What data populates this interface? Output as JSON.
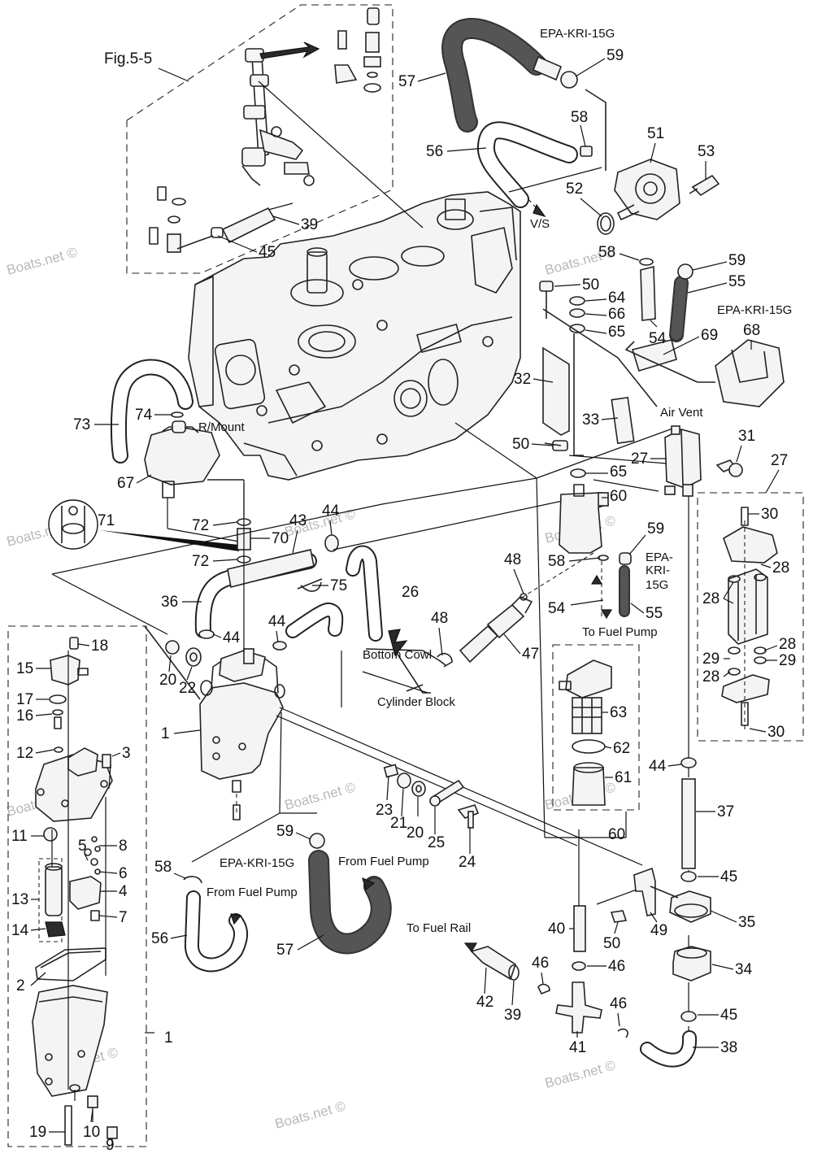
{
  "figure_ref": "Fig.5-5",
  "watermark": "Boats.net ©",
  "texts": {
    "epa_hose": "EPA-KRI-15G",
    "epa_a": "EPA-",
    "epa_b": "KRI-",
    "epa_c": "15G",
    "vs": "V/S",
    "r_mount": "R/Mount",
    "air_vent": "Air Vent",
    "bottom_cowl": "Bottom Cowl",
    "cylinder_block": "Cylinder Block",
    "to_fuel_pump": "To Fuel Pump",
    "from_fuel_pump": "From Fuel Pump",
    "to_fuel_rail": "To Fuel Rail"
  },
  "callouts": {
    "c1": "1",
    "c2": "2",
    "c3": "3",
    "c4": "4",
    "c5": "5",
    "c6": "6",
    "c7": "7",
    "c8": "8",
    "c9": "9",
    "c10": "10",
    "c11": "11",
    "c12": "12",
    "c13": "13",
    "c14": "14",
    "c15": "15",
    "c16": "16",
    "c17": "17",
    "c18": "18",
    "c19": "19",
    "c20": "20",
    "c21": "21",
    "c22": "22",
    "c23": "23",
    "c24": "24",
    "c25": "25",
    "c26": "26",
    "c27": "27",
    "c28": "28",
    "c29": "29",
    "c30": "30",
    "c31": "31",
    "c32": "32",
    "c33": "33",
    "c34": "34",
    "c35": "35",
    "c36": "36",
    "c37": "37",
    "c38": "38",
    "c39": "39",
    "c40": "40",
    "c41": "41",
    "c42": "42",
    "c43": "43",
    "c44": "44",
    "c45": "45",
    "c46": "46",
    "c47": "47",
    "c48": "48",
    "c49": "49",
    "c50": "50",
    "c51": "51",
    "c52": "52",
    "c53": "53",
    "c54": "54",
    "c55": "55",
    "c56": "56",
    "c57": "57",
    "c58": "58",
    "c59": "59",
    "c60": "60",
    "c61": "61",
    "c62": "62",
    "c63": "63",
    "c64": "64",
    "c65": "65",
    "c66": "66",
    "c67": "67",
    "c68": "68",
    "c69": "69",
    "c70": "70",
    "c71": "71",
    "c72": "72",
    "c73": "73",
    "c74": "74",
    "c75": "75"
  }
}
